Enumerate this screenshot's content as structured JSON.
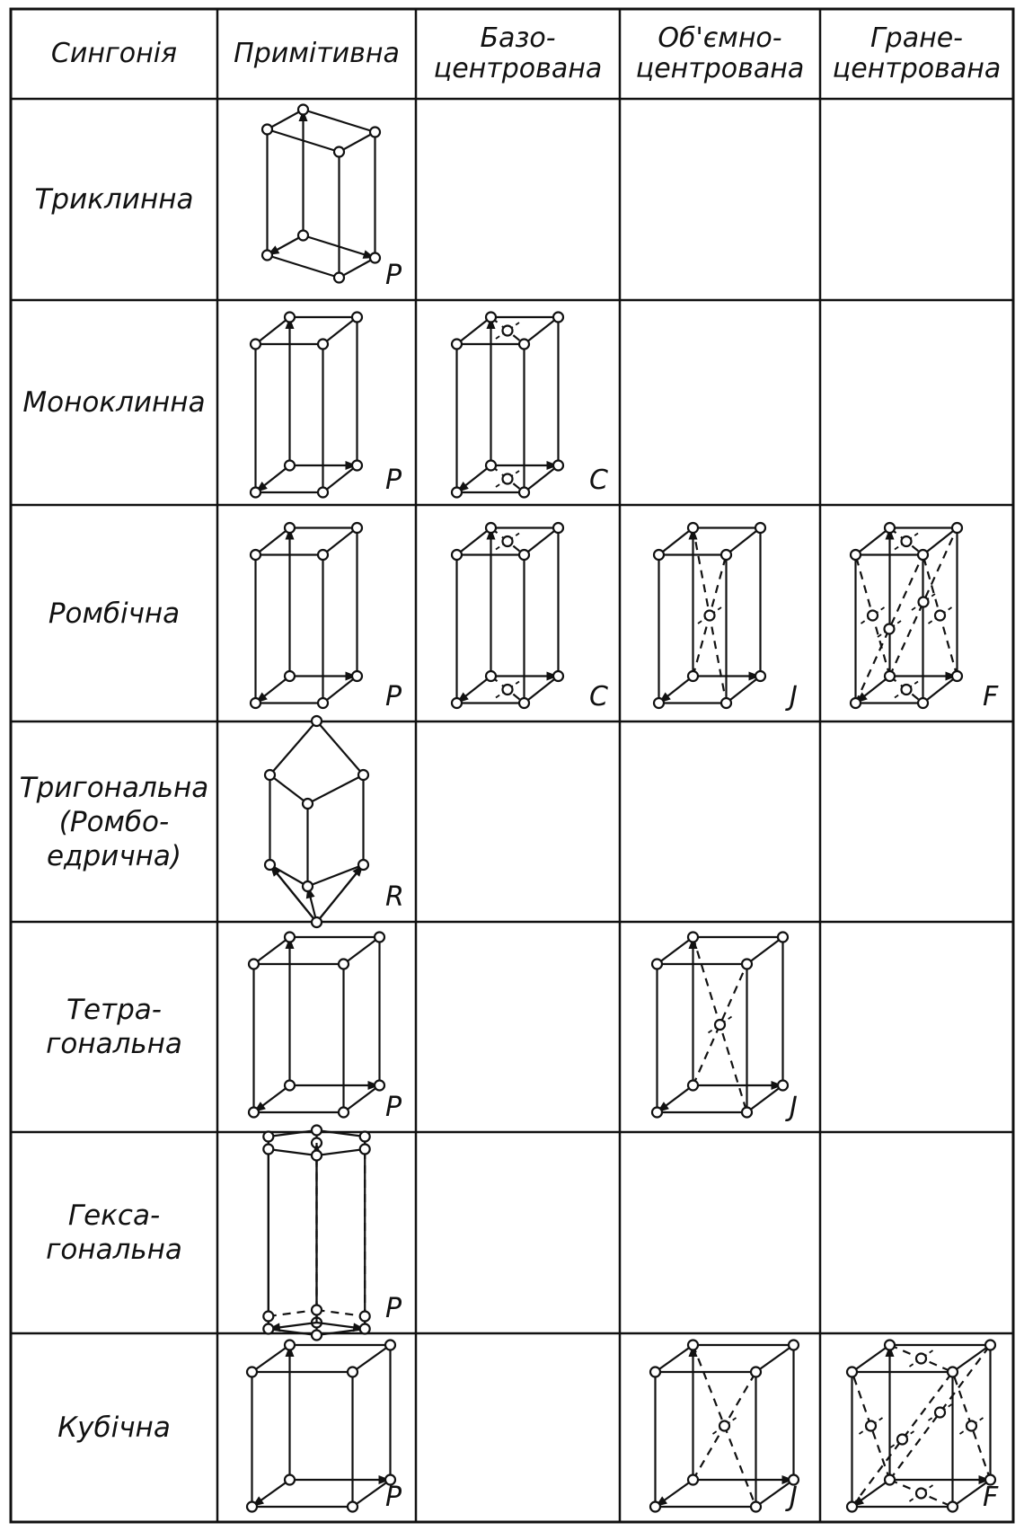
{
  "table": {
    "headers": [
      {
        "lines": [
          "Сингонія"
        ]
      },
      {
        "lines": [
          "Примітивна"
        ]
      },
      {
        "lines": [
          "Базо-",
          "центрована"
        ]
      },
      {
        "lines": [
          "Об'ємно-",
          "центрована"
        ]
      },
      {
        "lines": [
          "Гране-",
          "центрована"
        ]
      }
    ],
    "rows": [
      {
        "label": [
          "Триклинна"
        ],
        "cells": [
          "P",
          "",
          "",
          ""
        ]
      },
      {
        "label": [
          "Моноклинна"
        ],
        "cells": [
          "P",
          "C",
          "",
          ""
        ]
      },
      {
        "label": [
          "Ромбічна"
        ],
        "cells": [
          "P",
          "C",
          "J",
          "F"
        ]
      },
      {
        "label": [
          "Тригональна",
          "(Ромбо-",
          "едрична)"
        ],
        "cells": [
          "R",
          "",
          "",
          ""
        ]
      },
      {
        "label": [
          "Тетра-",
          "гональна"
        ],
        "cells": [
          "P",
          "",
          "J",
          ""
        ]
      },
      {
        "label": [
          "Гекса-",
          "гональна"
        ],
        "cells": [
          "P",
          "",
          "",
          ""
        ]
      },
      {
        "label": [
          "Кубічна"
        ],
        "cells": [
          "P",
          "",
          "J",
          "F"
        ]
      }
    ]
  },
  "colors": {
    "ink": "#111111",
    "paper": "#ffffff"
  }
}
